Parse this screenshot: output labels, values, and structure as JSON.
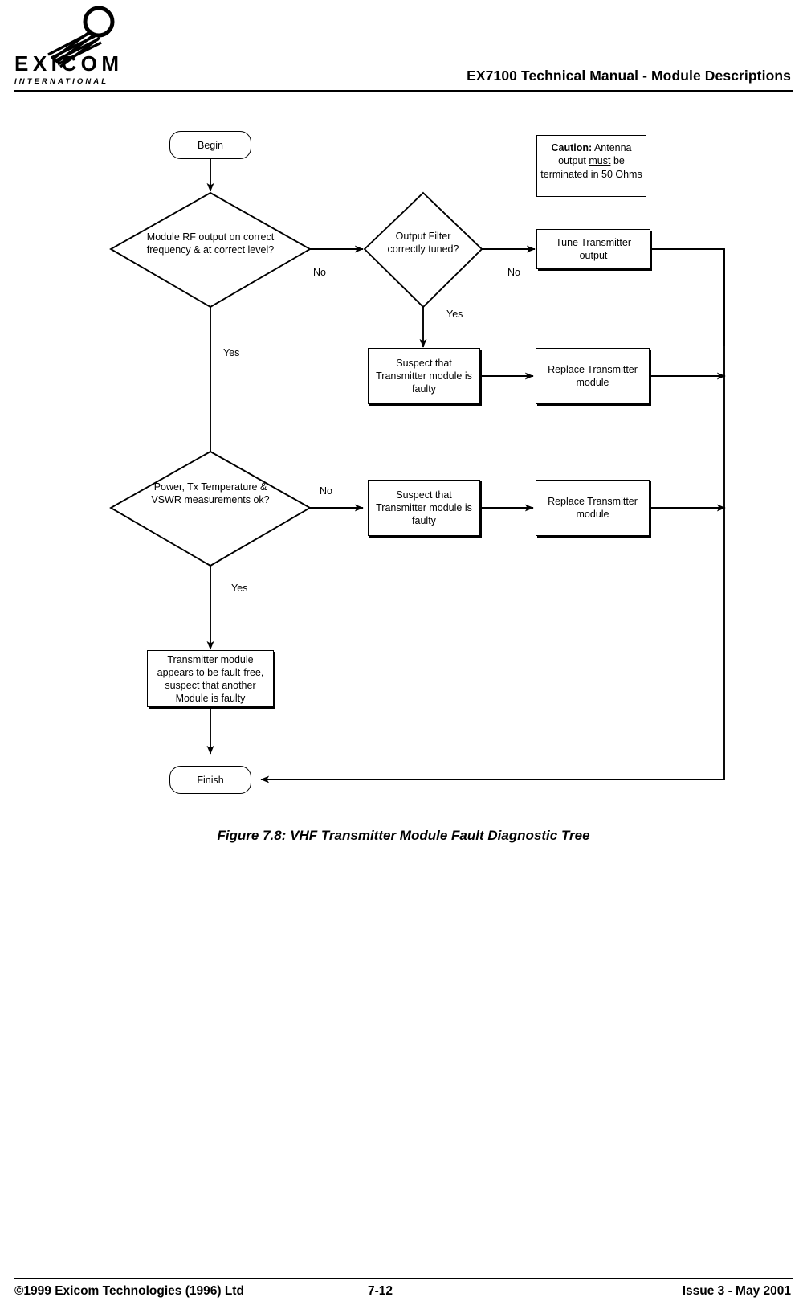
{
  "header": {
    "title": "EX7100 Technical Manual - Module Descriptions",
    "logo_name": "EXICOM",
    "logo_subtitle": "I N T E R N A T I O N A L"
  },
  "figure": {
    "caption": "Figure 7.8: VHF Transmitter Module Fault Diagnostic Tree"
  },
  "footer": {
    "copyright": "©1999 Exicom Technologies (1996) Ltd",
    "page_number": "7-12",
    "issue": "Issue 3 - May 2001"
  },
  "flowchart": {
    "nodes": {
      "begin": "Begin",
      "decision_rf": "Module RF output on correct frequency & at correct level?",
      "decision_filter": "Output Filter correctly tuned?",
      "tune_transmitter": "Tune Transmitter output",
      "suspect_1": "Suspect that Transmitter module is faulty",
      "replace_1": "Replace Transmitter module",
      "decision_power": "Power, Tx Temperature & VSWR measurements ok?",
      "suspect_2": "Suspect that Transmitter module is faulty",
      "replace_2": "Replace Transmitter module",
      "fault_free": "Transmitter module appears to be fault-free, suspect that another Module is faulty",
      "finish": "Finish"
    },
    "caution": {
      "keyword": "Caution:",
      "text_before": " Antenna output ",
      "emphasis": "must",
      "text_after": " be terminated in 50 Ohms"
    },
    "edge_labels": {
      "rf_no": "No",
      "rf_yes": "Yes",
      "filter_no": "No",
      "filter_yes": "Yes",
      "power_no": "No",
      "power_yes": "Yes"
    }
  },
  "colors": {
    "ink": "#000000",
    "paper": "#ffffff"
  }
}
